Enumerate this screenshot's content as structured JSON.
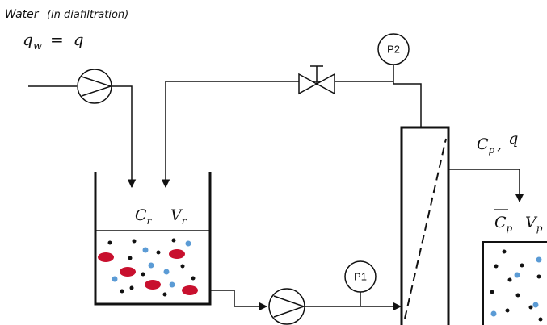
{
  "labels": {
    "water_title": "Water",
    "water_note": "(in diafiltration)",
    "qw_symbol": "q",
    "qw_sub": "w",
    "qw_eq": "=",
    "qw_value": "q",
    "retentate_conc": "C",
    "retentate_conc_sub": "r",
    "retentate_vol": "V",
    "retentate_vol_sub": "r",
    "permeate_conc": "C",
    "permeate_conc_sub": "p",
    "permeate_sep": ",",
    "permeate_flow": "q",
    "tank_conc": "C",
    "tank_conc_sub": "p",
    "tank_vol": "V",
    "tank_vol_sub": "p"
  },
  "gauges": {
    "p1": "P1",
    "p2": "P2"
  },
  "colors": {
    "line": "#111111",
    "red_particle": "#c8102e",
    "blue_particle": "#5b9bd5",
    "black_particle": "#111111"
  }
}
